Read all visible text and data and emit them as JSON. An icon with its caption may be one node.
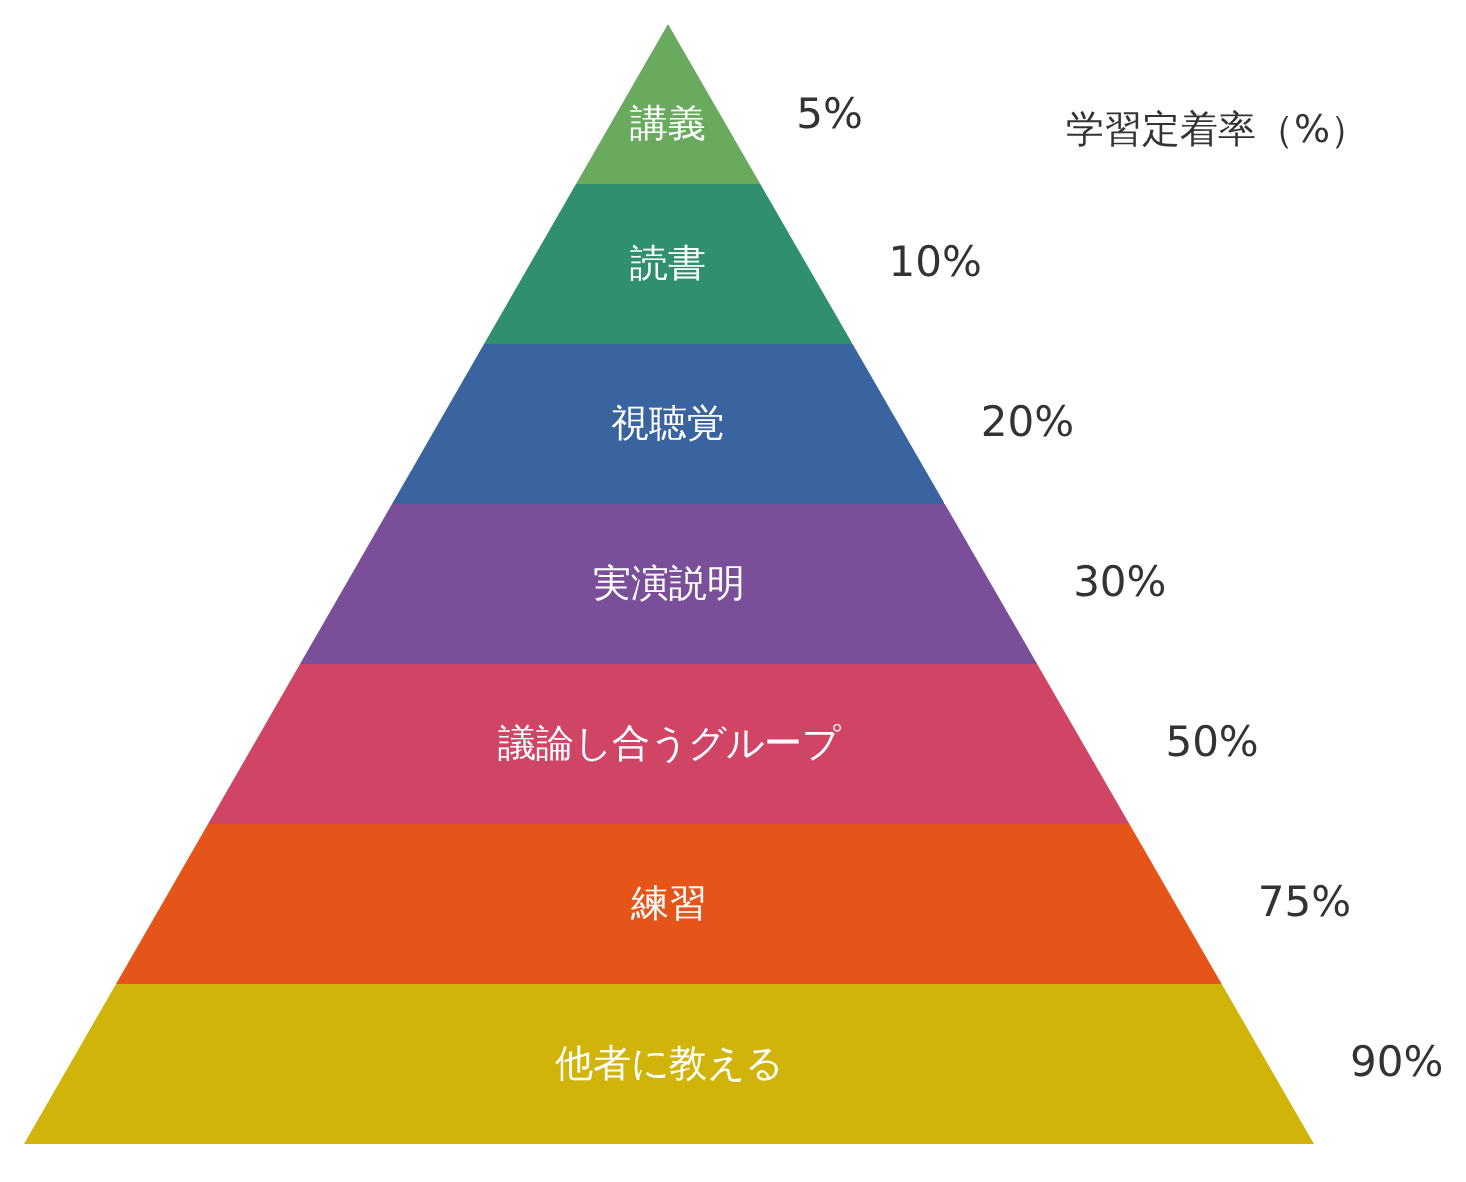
{
  "diagram": {
    "nodes": [
      {
        "text": [
          "講義"
        ],
        "beside": [
          "5%"
        ]
      },
      {
        "text": [
          "読書"
        ],
        "beside": [
          "10%"
        ]
      },
      {
        "text": [
          "視聴覚"
        ],
        "beside": [
          "20%"
        ]
      },
      {
        "text": [
          "実演説明"
        ],
        "beside": [
          "30%"
        ]
      },
      {
        "text": [
          "議論し合うグループ"
        ],
        "beside": [
          "50%"
        ]
      },
      {
        "text": [
          "練習"
        ],
        "beside": [
          "75%"
        ]
      },
      {
        "text": [
          "他者に教える"
        ],
        "beside": [
          "90%"
        ]
      }
    ],
    "labels": [
      "学習定着率（%）"
    ]
  }
}
